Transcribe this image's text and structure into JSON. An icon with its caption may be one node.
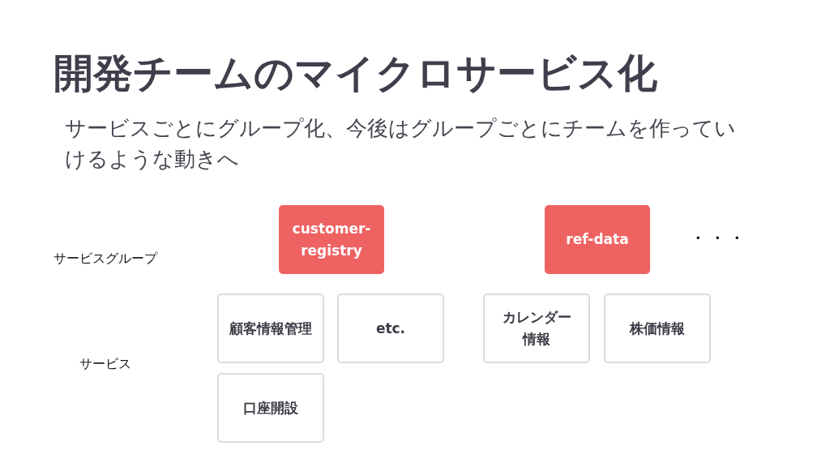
{
  "diagram": {
    "title": "開発チームのマイクロサービス化",
    "caption": "サービスごとにグループ化、今後はグループごとにチームを作っていけるような動きへ",
    "nodes": [
      {
        "text": [
          "customer-registry"
        ]
      },
      {
        "text": [
          "ref-data"
        ]
      },
      {
        "text": [
          "顧客情報管理"
        ]
      },
      {
        "text": [
          "etc."
        ]
      },
      {
        "text": [
          "カレンダー情報"
        ]
      },
      {
        "text": [
          "株価情報"
        ]
      },
      {
        "text": [
          "口座開設"
        ]
      }
    ],
    "labels": [
      "サービスグループ",
      "・・・",
      "サービス"
    ]
  }
}
